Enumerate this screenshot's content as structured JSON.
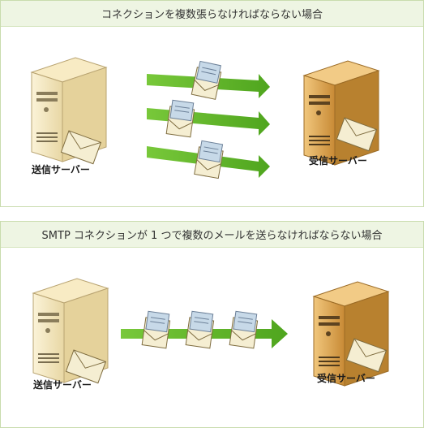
{
  "diagram1": {
    "title": "コネクションを複数張らなければならない場合",
    "sender_label": "送信サーバー",
    "receiver_label": "受信サーバー"
  },
  "diagram2": {
    "title": "SMTP コネクションが 1 つで複数のメールを送らなければならない場合",
    "sender_label": "送信サーバー",
    "receiver_label": "受信サーバー"
  },
  "colors": {
    "panel_border": "#c9dcae",
    "header_bg": "#eef5e3",
    "arrow_green": "#5fb52a",
    "sender_server": "#f3e4b6",
    "receiver_server": "#d9a24f",
    "envelope": "#f5eed2"
  }
}
